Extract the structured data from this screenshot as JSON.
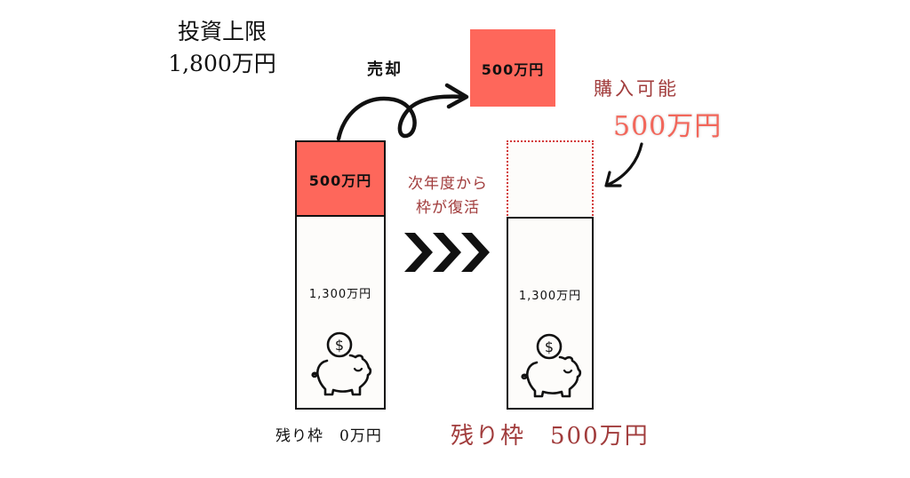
{
  "limit": {
    "title": "投資上限",
    "amount": "1,800万円"
  },
  "sell": {
    "label": "売却",
    "sold_amount": "500万円"
  },
  "left_column": {
    "sold_portion": "500万円",
    "held_portion": "1,300万円",
    "remaining_label": "残り枠　0万円"
  },
  "transition": {
    "line1": "次年度から",
    "line2": "枠が復活"
  },
  "right_column": {
    "held_portion": "1,300万円",
    "remaining_label": "残り枠　500万円"
  },
  "purchasable": {
    "title": "購入可能",
    "amount": "500万円"
  },
  "colors": {
    "sold_red": "#fe675b",
    "accent_dark_red": "#a13c3c",
    "accent_red": "#f2665a",
    "dotted_border": "#d33a3a",
    "cream": "#fdfcfa"
  },
  "icons": [
    "piggy-bank-icon",
    "curly-arrow-icon",
    "curved-arrow-icon",
    "triple-chevron-icon"
  ]
}
